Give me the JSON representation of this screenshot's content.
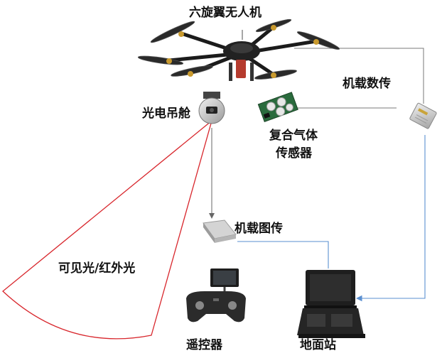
{
  "diagram": {
    "title": "六旋翼无人机",
    "labels": {
      "gimbal": "光电吊舱",
      "datalink": "机载数传",
      "gas_sensor_line1": "复合气体",
      "gas_sensor_line2": "传感器",
      "video_tx": "机载图传",
      "fov": "可见光/红外光",
      "remote": "遥控器",
      "ground_station": "地面站"
    },
    "colors": {
      "link_line": "#5a8fd0",
      "fov_outline": "#d8262c",
      "airframe": "#1b1b1b"
    },
    "icons": [
      "hexacopter-icon",
      "gimbal-camera-icon",
      "gas-sensor-icon",
      "datalink-module-icon",
      "video-transmitter-icon",
      "remote-controller-icon",
      "ground-station-case-icon"
    ]
  }
}
